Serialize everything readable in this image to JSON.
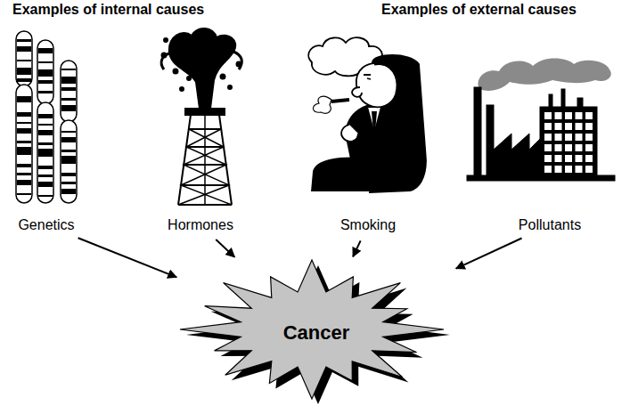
{
  "diagram": {
    "nodes": [
      {
        "text": [
          "Genetics"
        ]
      },
      {
        "text": [
          "Hormones"
        ]
      },
      {
        "text": [
          "Smoking"
        ]
      },
      {
        "text": [
          "Pollutants"
        ]
      },
      {
        "text": [
          "Cancer"
        ]
      }
    ],
    "edges": [
      {
        "from": 0,
        "to": 4,
        "arrow": "to"
      },
      {
        "from": 1,
        "to": 4,
        "arrow": "to"
      },
      {
        "from": 2,
        "to": 4,
        "arrow": "to"
      },
      {
        "from": 3,
        "to": 4,
        "arrow": "to"
      }
    ],
    "labels": [
      "Examples of internal causes",
      "Examples of external causes"
    ]
  }
}
